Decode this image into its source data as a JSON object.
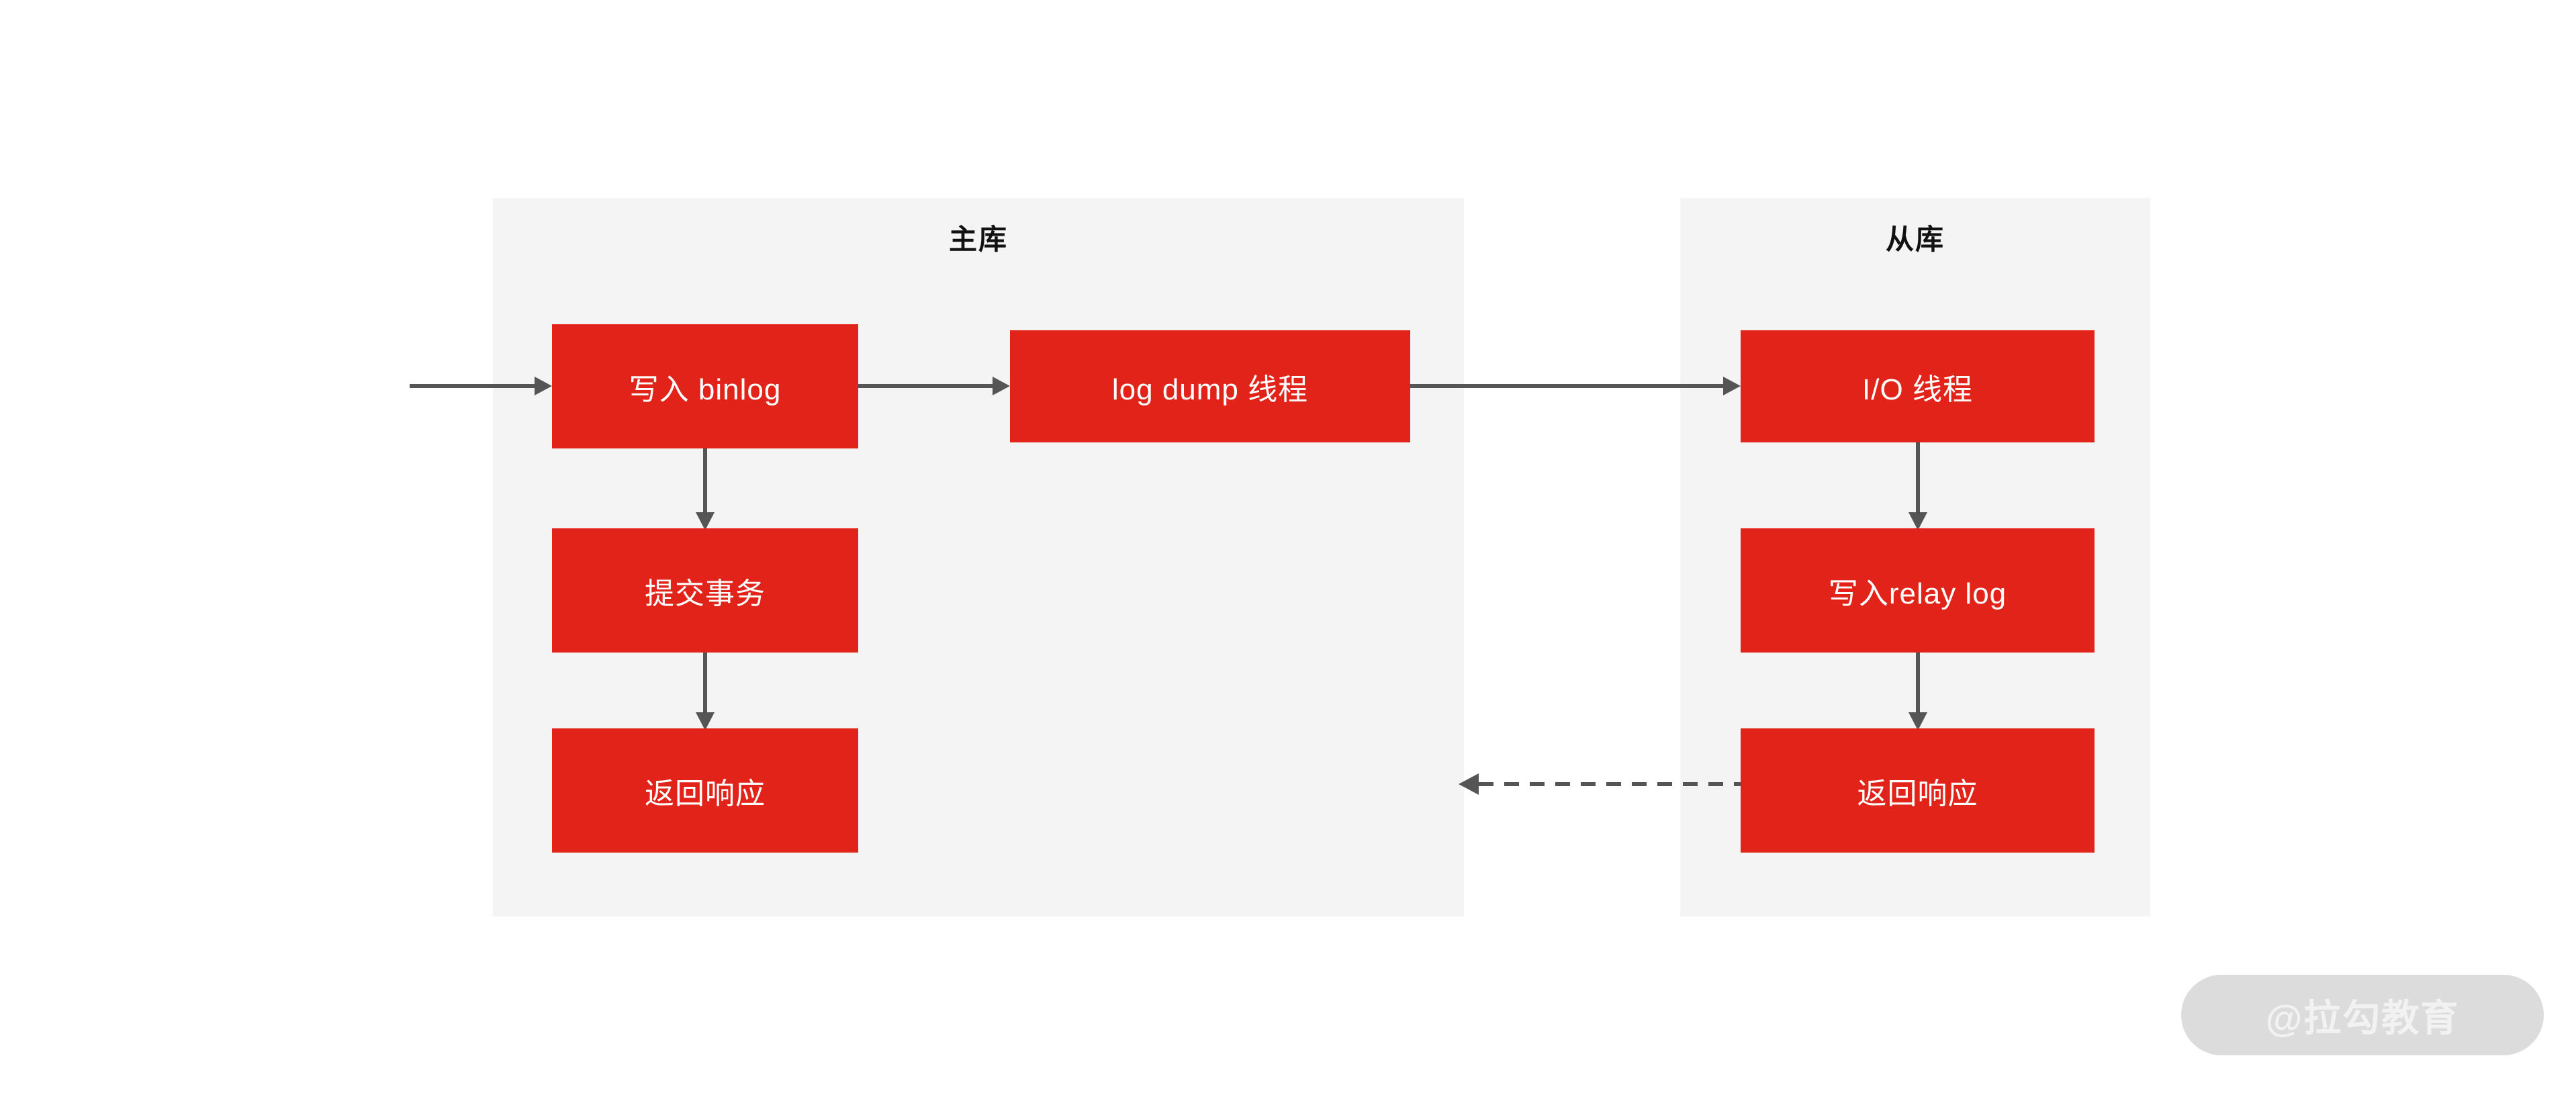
{
  "diagram": {
    "title_master": "主库",
    "title_slave": "从库",
    "nodes": {
      "write_binlog": "写入 binlog",
      "commit_transaction": "提交事务",
      "return_response_master": "返回响应",
      "log_dump_thread": "log dump 线程",
      "io_thread": "I/O 线程",
      "write_relay_log": "写入relay log",
      "return_response_slave": "返回响应"
    },
    "edges": [
      {
        "name": "external-to-write-binlog",
        "style": "solid",
        "direction": "right"
      },
      {
        "name": "write-binlog-to-log-dump",
        "style": "solid",
        "direction": "right"
      },
      {
        "name": "log-dump-to-io-thread",
        "style": "solid",
        "direction": "right"
      },
      {
        "name": "write-binlog-to-commit-transaction",
        "style": "solid",
        "direction": "down"
      },
      {
        "name": "commit-transaction-to-return-response",
        "style": "solid",
        "direction": "down"
      },
      {
        "name": "io-thread-to-write-relay-log",
        "style": "solid",
        "direction": "down"
      },
      {
        "name": "write-relay-log-to-return-response",
        "style": "solid",
        "direction": "down"
      },
      {
        "name": "slave-response-to-master",
        "style": "dashed",
        "direction": "left"
      }
    ],
    "colors": {
      "node_fill": "#e2231a",
      "node_text": "#ffffff",
      "panel_fill": "#f4f4f4",
      "edge_stroke": "#555555",
      "page_background": "#ffffff",
      "watermark_pill": "#dcdcdc",
      "watermark_text": "#f2f2f2"
    }
  },
  "watermark": {
    "text": "@拉勾教育"
  }
}
